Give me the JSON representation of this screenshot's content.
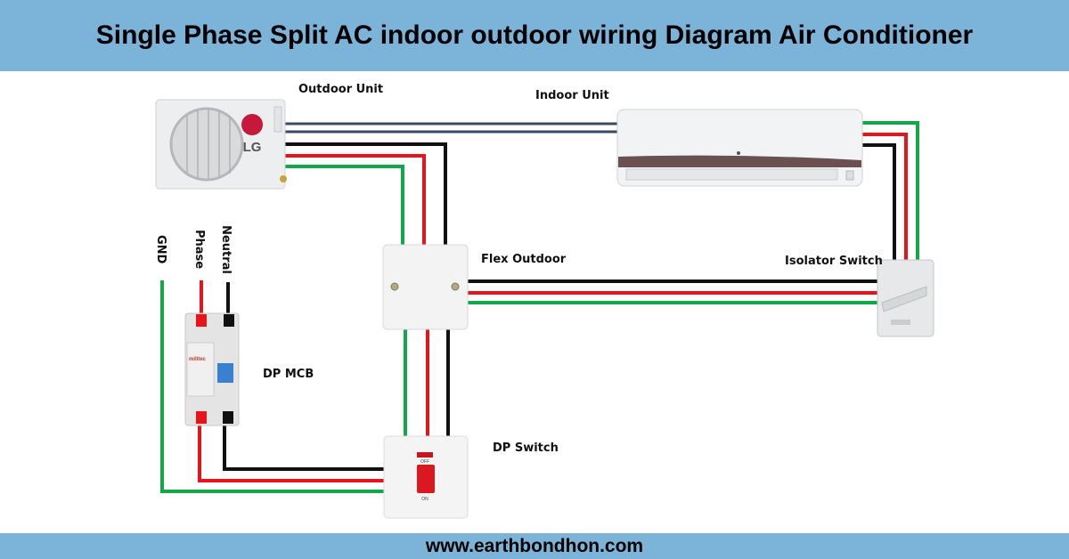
{
  "header": {
    "title": "Single Phase Split AC indoor outdoor wiring Diagram Air Conditioner"
  },
  "footer": {
    "website": "www.earthbondhon.com"
  },
  "labels": {
    "outdoor_unit": "Outdoor Unit",
    "indoor_unit": "Indoor Unit",
    "flex_outdoor": "Flex Outdoor",
    "isolator_switch": "Isolator Switch",
    "dp_mcb": "DP MCB",
    "dp_switch": "DP Switch",
    "gnd": "GND",
    "phase": "Phase",
    "neutral": "Neutral"
  },
  "devices": {
    "outdoor_brand": "LG",
    "mcb_brand": "milltec",
    "switch_off": "OFF",
    "switch_on": "ON"
  },
  "colors": {
    "banner": "#7bb4d8",
    "phase": "#e8141b",
    "neutral": "#111111",
    "ground": "#12a84a",
    "pipe": "#3a4a66"
  }
}
